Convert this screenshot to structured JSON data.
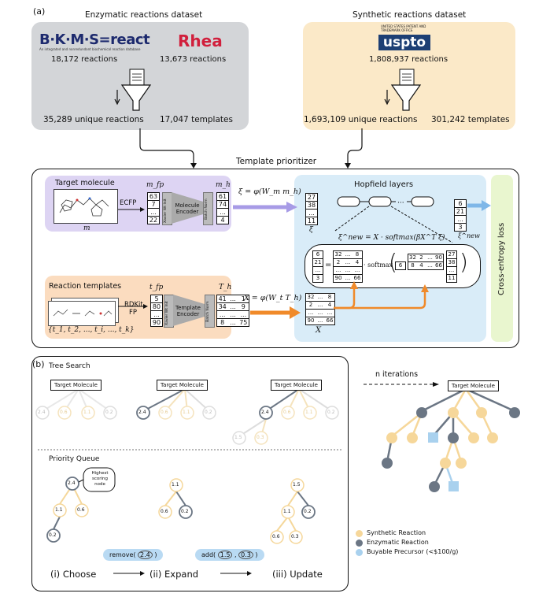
{
  "panel_a": {
    "label": "(a)",
    "enzymatic": {
      "title": "Enzymatic reactions dataset",
      "bkms_logo": "B·K·M·S=react",
      "bkms_sub": "An integrated and nonredundant biochemical reaction database",
      "bkms_count": "18,172 reactions",
      "rhea_logo": "Rhea",
      "rhea_count": "13,673 reactions",
      "unique": "35,289 unique reactions",
      "templates": "17,047 templates"
    },
    "synthetic": {
      "title": "Synthetic reactions dataset",
      "uspto_small": "UNITED STATES PATENT AND TRADEMARK OFFICE",
      "uspto_logo": "uspto",
      "uspto_count": "1,808,937 reactions",
      "unique": "1,693,109 unique reactions",
      "templates": "301,242 templates"
    },
    "prioritizer": {
      "title": "Template prioritizer",
      "target_molecule": "Target molecule",
      "m_label": "m",
      "ecfp": "ECFP",
      "m_fp": "m_fp",
      "m_fp_vals": [
        "63",
        "7",
        "...",
        "22"
      ],
      "xavier": "Xavier Wt Init",
      "mol_encoder": "Molecule Encoder",
      "batch_norm": "Batch Norm",
      "m_h": "m_h",
      "m_h_vals": [
        "61",
        "74",
        "...",
        "4"
      ],
      "xi_eq": "ξ = φ(W_m m_h)",
      "xi_vals": [
        "27",
        "38",
        "...",
        "11"
      ],
      "xi_label": "ξ",
      "hopfield": "Hopfield layers",
      "xi_new_vals": [
        "6",
        "21",
        "...",
        "3"
      ],
      "xi_new_label": "ξ^new",
      "xi_new_eq": "ξ^new = X · softmax(βX^T ξ)",
      "inner_left_vals": [
        "6",
        "21",
        "...",
        "3"
      ],
      "inner_matrix": [
        [
          "32",
          "...",
          "8"
        ],
        [
          "2",
          "...",
          "4"
        ],
        [
          "...",
          "...",
          "..."
        ],
        [
          "90",
          "...",
          "66"
        ]
      ],
      "softmax": "softmax",
      "inner_six": "6",
      "inner_matrix2": [
        [
          "32",
          "2",
          "...",
          "90"
        ],
        [
          "8",
          "4",
          "...",
          "66"
        ]
      ],
      "inner_right_vals": [
        "27",
        "38",
        "...",
        "11"
      ],
      "reaction_templates": "Reaction templates",
      "template_set": "{t_1, t_2, ..., t_i, ..., t_k}",
      "rdkit": "RDKit FP",
      "t_fp": "t_fp",
      "t_fp_vals": [
        "5",
        "80",
        "...",
        "90"
      ],
      "template_encoder": "Template Encoder",
      "t_h": "T_h",
      "t_h_matrix": [
        [
          "41",
          "...",
          "1"
        ],
        [
          "34",
          "...",
          "9"
        ],
        [
          "...",
          "...",
          "..."
        ],
        [
          "8",
          "...",
          "75"
        ]
      ],
      "x_eq": "X = φ(W_t T_h)",
      "x_matrix": [
        [
          "32",
          "...",
          "8"
        ],
        [
          "2",
          "...",
          "4"
        ],
        [
          "...",
          "...",
          "..."
        ],
        [
          "90",
          "...",
          "66"
        ]
      ],
      "x_label": "X",
      "loss": "Cross-entropy loss"
    }
  },
  "panel_b": {
    "label": "(b)",
    "tree_search": "Tree Search",
    "target_molecule": "Target Molecule",
    "scores": [
      "2.4",
      "0.6",
      "1.1",
      "0.2"
    ],
    "scores_child": [
      "1.5",
      "0.3"
    ],
    "priority_queue": "Priority Queue",
    "highest": "Highest scoring node",
    "q1": [
      "2.4",
      "1.1",
      "0.6",
      "0.2"
    ],
    "q2": [
      "1.1",
      "0.6",
      "0.2"
    ],
    "q3": [
      "1.5",
      "1.1",
      "0.2",
      "0.6",
      "0.3"
    ],
    "remove": "remove(",
    "remove_val": "2.4",
    "add": "add(",
    "add_vals": [
      "1.5",
      "0.3"
    ],
    "step1": "(i) Choose",
    "step2": "(ii) Expand",
    "step3": "(iii) Update",
    "n_iterations": "n iterations",
    "legend": {
      "synthetic": "Synthetic Reaction",
      "enzymatic": "Enzymatic Reaction",
      "buyable": "Buyable Precursor (<$100/g)"
    }
  },
  "colors": {
    "synthetic": "#f6d79a",
    "enzymatic": "#6b7684",
    "buyable": "#a9d1ee",
    "purple_arrow": "#a79be6",
    "orange_arrow": "#f08a2a",
    "blue_arrow": "#7fb7e8"
  }
}
